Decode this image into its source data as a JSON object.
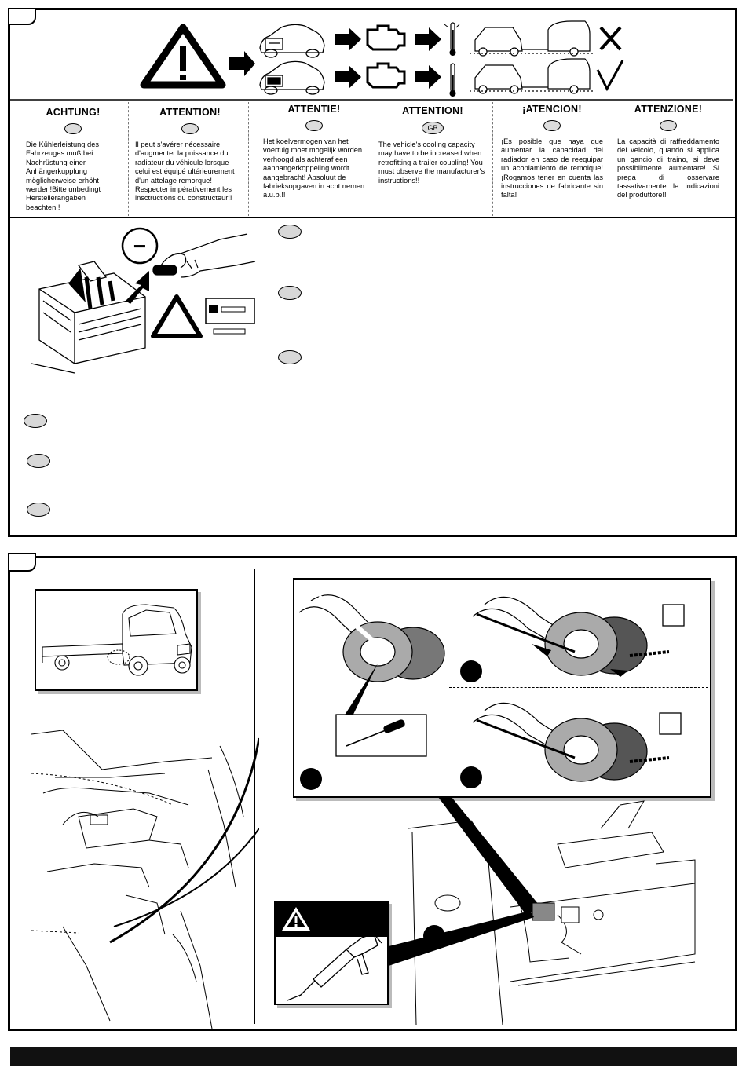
{
  "warnings": [
    {
      "heading": "ACHTUNG!",
      "flag": "",
      "text": "Die Kühlerleistung des Fahrzeuges muß bei Nachrüstung einer Anhängerkupplung möglicherweise erhöht werden!Bitte unbedingt Herstellerangaben beachten!!"
    },
    {
      "heading": "ATTENTION!",
      "flag": "",
      "text": "Il peut s'avérer nécessaire d'augmenter la puissance du radiateur du véhicule lorsque celui est équipé ultérieurement d'un attelage remorque! Respecter impérativement les insctructions du constructeur!!"
    },
    {
      "heading": "ATTENTIE!",
      "flag": "",
      "text": "Het koelvermogen van het voertuig moet mogelijk worden verhoogd als achteraf een aanhangerkoppeling wordt aangebracht! Absoluut de fabrieksopgaven in acht nemen a.u.b.!!"
    },
    {
      "heading": "ATTENTION!",
      "flag": "GB",
      "text": "The vehicle's cooling capacity may have to be increased when retrofitting a trailer coupling! You must observe the manufacturer's instructions!!"
    },
    {
      "heading": "¡ATENCION!",
      "flag": "",
      "text": "¡Es posible que haya que aumentar la capacidad del radiador en caso de reequipar un acoplamiento de remolque! ¡Rogamos tener en cuenta las instrucciones de fabricante sin falta!"
    },
    {
      "heading": "ATTENZIONE!",
      "flag": "",
      "text": "La capacità di raffreddamento del veicolo, quando si applica un gancio di traino, si deve possibilmente aumentare! Si prega di osservare tassativamente le indicazioni del produttore!!"
    }
  ],
  "battery_sign": "−",
  "icons": {
    "warning": "warning-triangle-icon",
    "arrow": "arrow-right-icon",
    "engine": "engine-icon",
    "thermometer": "thermometer-icon",
    "reject": "x-mark-icon",
    "accept": "check-mark-icon",
    "caulking_gun": "caulking-gun-icon",
    "screwdriver": "screwdriver-icon"
  },
  "colors": {
    "ink": "#000000",
    "bubble": "#d8d8d8",
    "footer": "#111111"
  }
}
